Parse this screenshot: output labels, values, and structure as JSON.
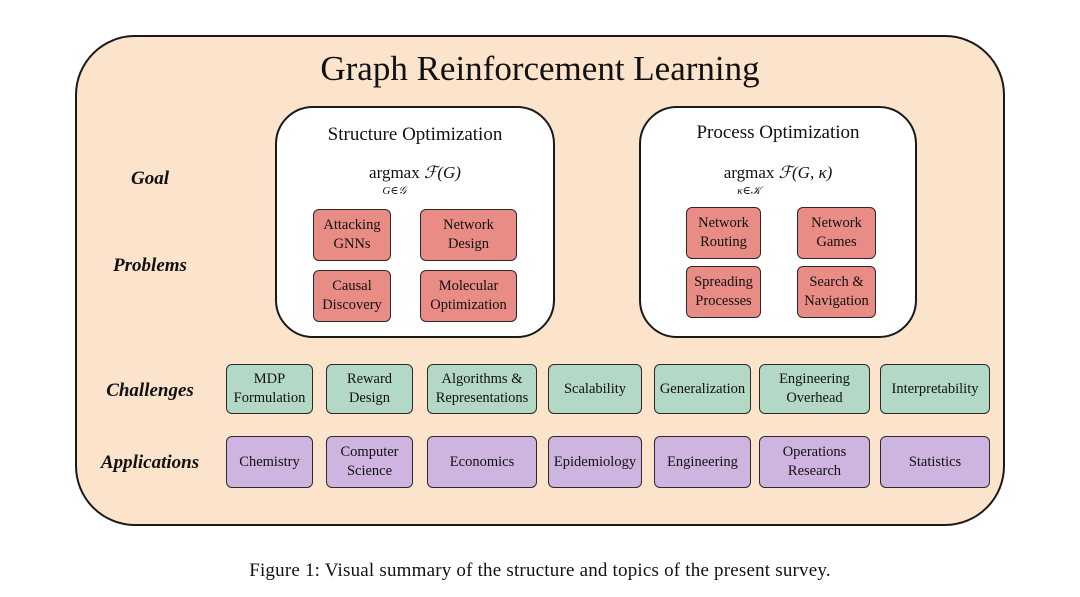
{
  "title": "Graph Reinforcement Learning",
  "row_labels": {
    "goal": "Goal",
    "problems": "Problems",
    "challenges": "Challenges",
    "applications": "Applications"
  },
  "structure_panel": {
    "title": "Structure Optimization",
    "formula_op": "argmax",
    "formula_sub": "G∈𝒢",
    "formula_expr": "ℱ(G)",
    "problems": [
      "Attacking GNNs",
      "Network Design",
      "Causal Discovery",
      "Molecular Optimization"
    ]
  },
  "process_panel": {
    "title": "Process Optimization",
    "formula_op": "argmax",
    "formula_sub": "κ∈𝒦",
    "formula_expr": "ℱ(G, κ)",
    "problems": [
      "Network Routing",
      "Network Games",
      "Spreading Processes",
      "Search & Navigation"
    ]
  },
  "challenges": [
    "MDP Formulation",
    "Reward Design",
    "Algorithms & Representations",
    "Scalability",
    "Generalization",
    "Engineering Overhead",
    "Interpretability"
  ],
  "applications": [
    "Chemistry",
    "Computer Science",
    "Economics",
    "Epidemiology",
    "Engineering",
    "Operations Research",
    "Statistics"
  ],
  "caption": "Figure 1: Visual summary of the structure and topics of the present survey.",
  "colors": {
    "frame": "#fce3cc",
    "problem_box": "#e88c85",
    "challenge_box": "#b3d8c5",
    "application_box": "#cdb5df"
  }
}
